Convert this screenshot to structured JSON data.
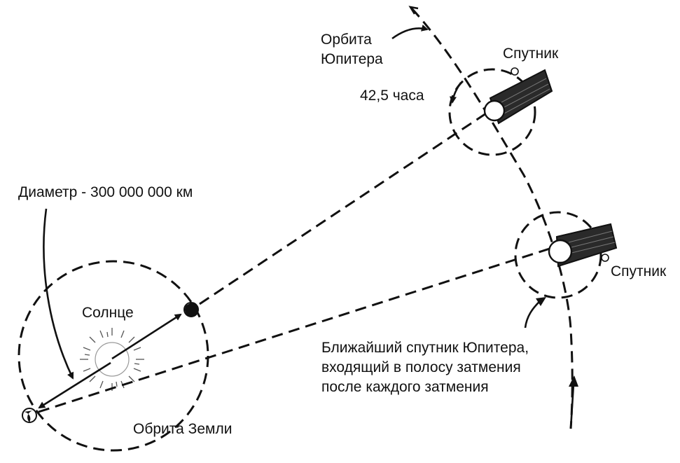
{
  "labels": {
    "jupiter_orbit_line1": "Орбита",
    "jupiter_orbit_line2": "Юпитера",
    "satellite_top": "Спутник",
    "hours": "42,5 часа",
    "diameter": "Диаметр - 300 000 000 км",
    "sun": "Солнце",
    "satellite_right": "Спутник",
    "note_line1": "Ближайший спутник Юпитера,",
    "note_line2": "входящий в полосу затмения",
    "note_line3": "после каждого затмения",
    "earth_orbit": "Обрита Земли"
  },
  "colors": {
    "ink": "#111111",
    "background": "#ffffff",
    "shadow": "#2a2a2a"
  }
}
